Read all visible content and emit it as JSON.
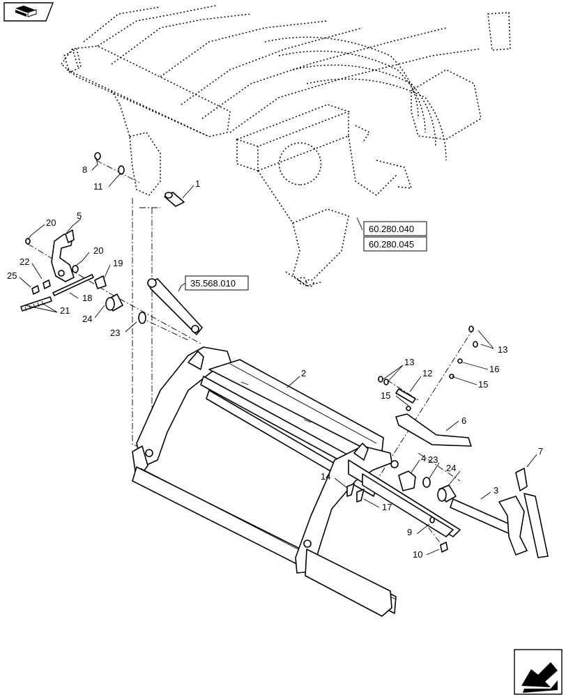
{
  "callouts": [
    {
      "id": "c1",
      "label": "1"
    },
    {
      "id": "c2",
      "label": "2"
    },
    {
      "id": "c3",
      "label": "3"
    },
    {
      "id": "c4",
      "label": "4"
    },
    {
      "id": "c5",
      "label": "5"
    },
    {
      "id": "c6",
      "label": "6"
    },
    {
      "id": "c7",
      "label": "7"
    },
    {
      "id": "c8",
      "label": "8"
    },
    {
      "id": "c9",
      "label": "9"
    },
    {
      "id": "c10",
      "label": "10"
    },
    {
      "id": "c11",
      "label": "11"
    },
    {
      "id": "c12",
      "label": "12"
    },
    {
      "id": "c13a",
      "label": "13"
    },
    {
      "id": "c13b",
      "label": "13"
    },
    {
      "id": "c14",
      "label": "14"
    },
    {
      "id": "c15a",
      "label": "15"
    },
    {
      "id": "c15b",
      "label": "15"
    },
    {
      "id": "c16",
      "label": "16"
    },
    {
      "id": "c17",
      "label": "17"
    },
    {
      "id": "c18",
      "label": "18"
    },
    {
      "id": "c19",
      "label": "19"
    },
    {
      "id": "c20a",
      "label": "20"
    },
    {
      "id": "c20b",
      "label": "20"
    },
    {
      "id": "c21",
      "label": "21"
    },
    {
      "id": "c22",
      "label": "22"
    },
    {
      "id": "c23a",
      "label": "23"
    },
    {
      "id": "c23b",
      "label": "23"
    },
    {
      "id": "c24a",
      "label": "24"
    },
    {
      "id": "c24b",
      "label": "24"
    },
    {
      "id": "c25",
      "label": "25"
    }
  ],
  "references": [
    {
      "id": "r1",
      "label": "60.280.040"
    },
    {
      "id": "r2",
      "label": "60.280.045"
    },
    {
      "id": "r3",
      "label": "35.568.010"
    }
  ],
  "icons": {
    "top_left": "book-navigation-icon",
    "bottom_right": "next-page-arrow-icon"
  }
}
